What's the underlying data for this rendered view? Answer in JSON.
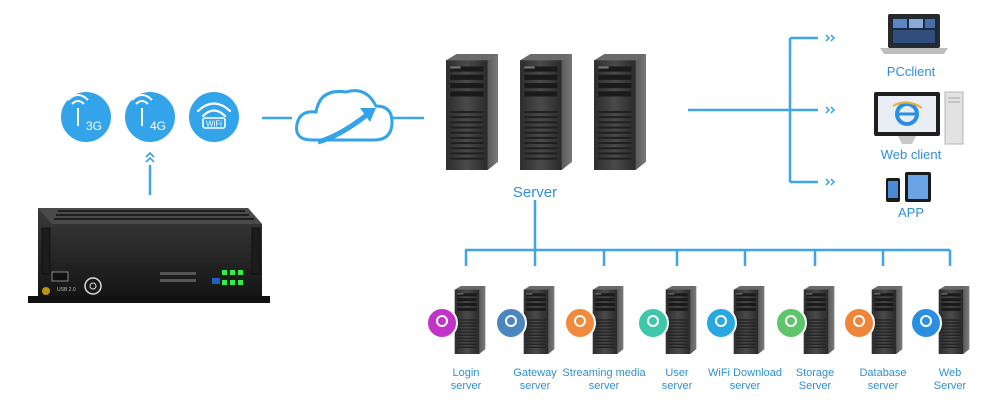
{
  "colors": {
    "accent": "#33a3ea",
    "line": "#3fa5e6",
    "server_body": "#3c3c3c",
    "dvr_body": "#262626"
  },
  "diagram": {
    "network_icons": [
      {
        "name": "3g-signal-icon",
        "label": "3G"
      },
      {
        "name": "4g-signal-icon",
        "label": "4G"
      },
      {
        "name": "wifi-icon",
        "label": "WiFi"
      }
    ],
    "dvr_port_label": "USB 2.0",
    "central_label": "Server",
    "clients": [
      {
        "name": "pc-client",
        "label": "PCclient",
        "icon": "laptop-icon"
      },
      {
        "name": "web-client",
        "label": "Web client",
        "icon": "desktop-ie-icon"
      },
      {
        "name": "app-client",
        "label": "APP",
        "icon": "phone-tablet-icon"
      }
    ],
    "sub_servers": [
      {
        "line1": "Login",
        "line2": "server",
        "icon": "user-icon",
        "color": "#c233c7"
      },
      {
        "line1": "Gateway",
        "line2": "server",
        "icon": "gateway-icon",
        "color": "#4b86bf"
      },
      {
        "line1": "Streaming media",
        "line2": "server",
        "icon": "play-icon",
        "color": "#f08a3c"
      },
      {
        "line1": "User",
        "line2": "server",
        "icon": "users-icon",
        "color": "#3ec7a8"
      },
      {
        "line1": "WiFi Download",
        "line2": "server",
        "icon": "wifi-folder-icon",
        "color": "#27a8e0"
      },
      {
        "line1": "Storage",
        "line2": "Server",
        "icon": "sd-card-icon",
        "color": "#5fc46a"
      },
      {
        "line1": "Database",
        "line2": "server",
        "icon": "folder-icon",
        "color": "#f0853a"
      },
      {
        "line1": "Web",
        "line2": "Server",
        "icon": "ie-browser-icon",
        "color": "#2a8fe0"
      }
    ]
  }
}
